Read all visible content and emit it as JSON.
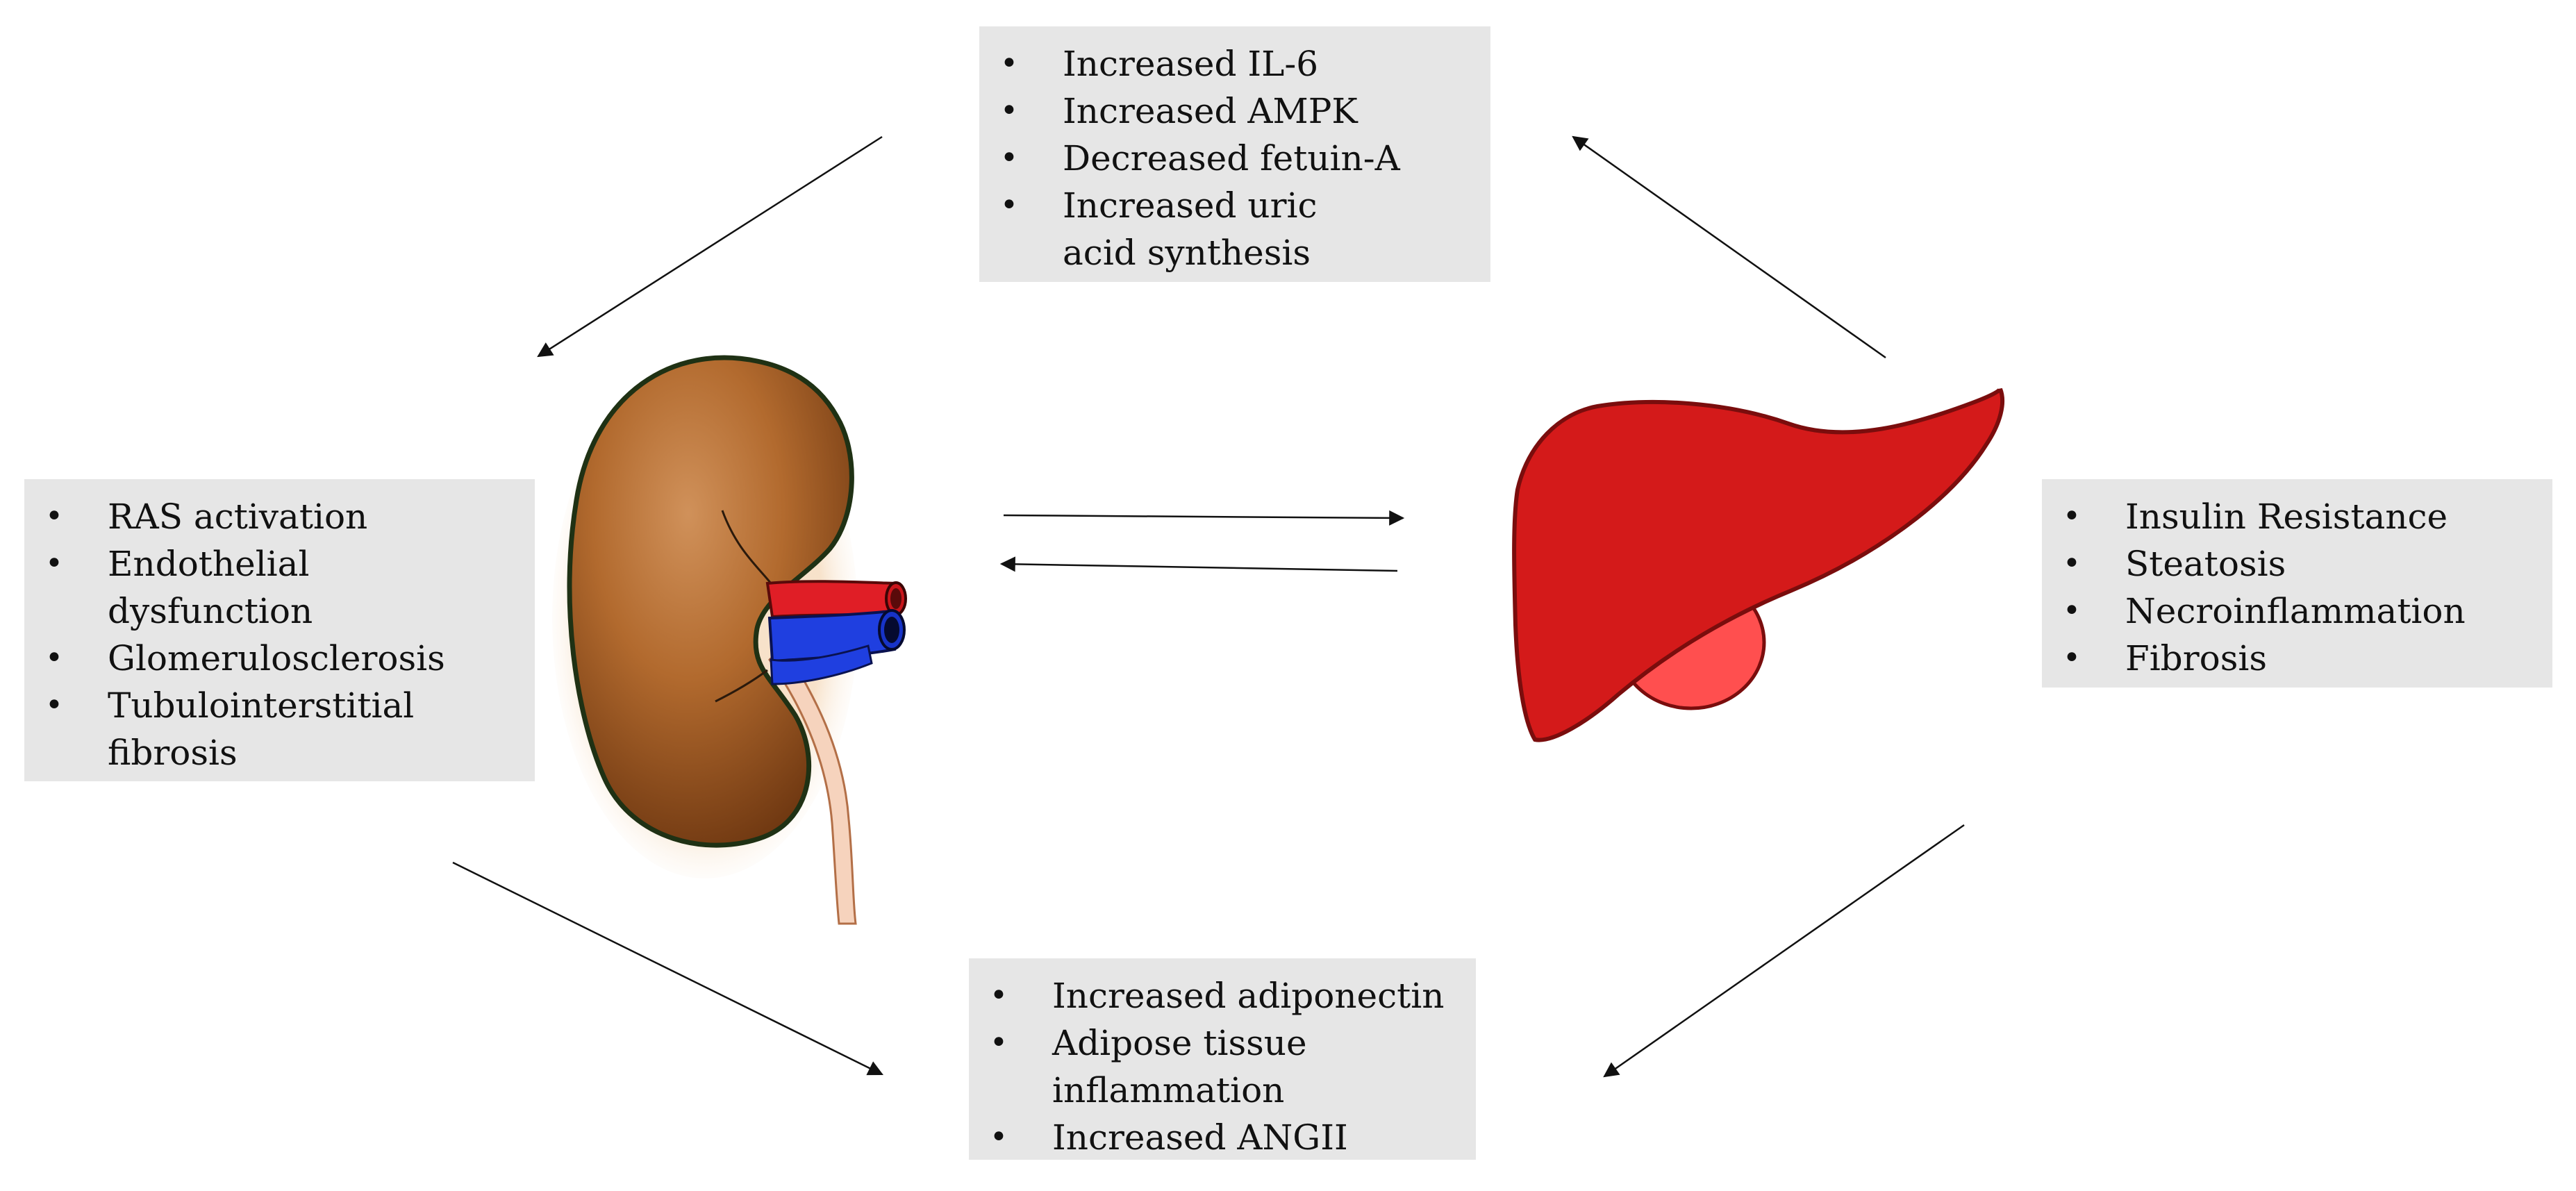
{
  "boxes": {
    "top": {
      "items": [
        "Increased IL-6",
        "Increased AMPK",
        "Decreased fetuin-A",
        "Increased uric acid synthesis"
      ]
    },
    "left": {
      "items": [
        "RAS activation",
        "Endothelial dysfunction",
        "Glomerulosclerosis",
        "Tubulointerstitial fibrosis"
      ]
    },
    "right": {
      "items": [
        "Insulin Resistance",
        "Steatosis",
        "Necroinflammation",
        "Fibrosis"
      ]
    },
    "bottom": {
      "items": [
        "Increased adiponectin",
        "Adipose tissue inflammation",
        "Increased ANGII"
      ]
    }
  },
  "organs": {
    "kidney": {
      "icon": "kidney-icon",
      "color": "#a0561c"
    },
    "liver": {
      "icon": "liver-icon",
      "color": "#d41a1a"
    }
  }
}
